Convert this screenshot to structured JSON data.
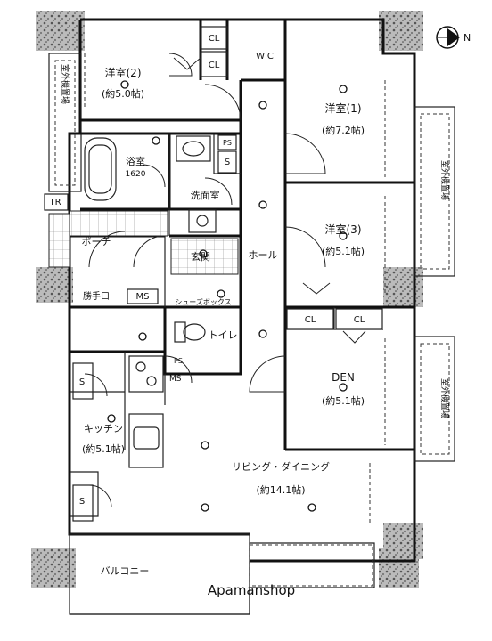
{
  "compass": {
    "label": "N"
  },
  "rooms": {
    "western2": {
      "name": "洋室(2)",
      "size": "(約5.0帖)"
    },
    "western1": {
      "name": "洋室(1)",
      "size": "(約7.2帖)"
    },
    "western3": {
      "name": "洋室(3)",
      "size": "(約5.1帖)"
    },
    "den": {
      "name": "DEN",
      "size": "(約5.1帖)"
    },
    "living": {
      "name": "リビング・ダイニング",
      "size": "(約14.1帖)"
    },
    "kitchen": {
      "name": "キッチン",
      "size": "(約5.1帖)"
    },
    "bath": {
      "name": "浴室",
      "size": "1620"
    },
    "washroom": {
      "name": "洗面室"
    },
    "hall": {
      "name": "ホール"
    },
    "entrance": {
      "name": "玄関"
    },
    "porch": {
      "name": "ポーチ"
    },
    "toilet": {
      "name": "トイレ"
    },
    "balcony": {
      "name": "バルコニー"
    },
    "outdoor_left": {
      "name": "室外機置場"
    },
    "outdoor_right_top": {
      "name": "室外機置場"
    },
    "outdoor_right_bottom": {
      "name": "室外機置場"
    }
  },
  "labels": {
    "cl": "CL",
    "wic": "WIC",
    "ps": "PS",
    "s": "S",
    "tr": "TR",
    "ms": "MS",
    "shoebox": "シューズボックス",
    "storage_door": "勝手口"
  },
  "watermark": "Apamanshop"
}
